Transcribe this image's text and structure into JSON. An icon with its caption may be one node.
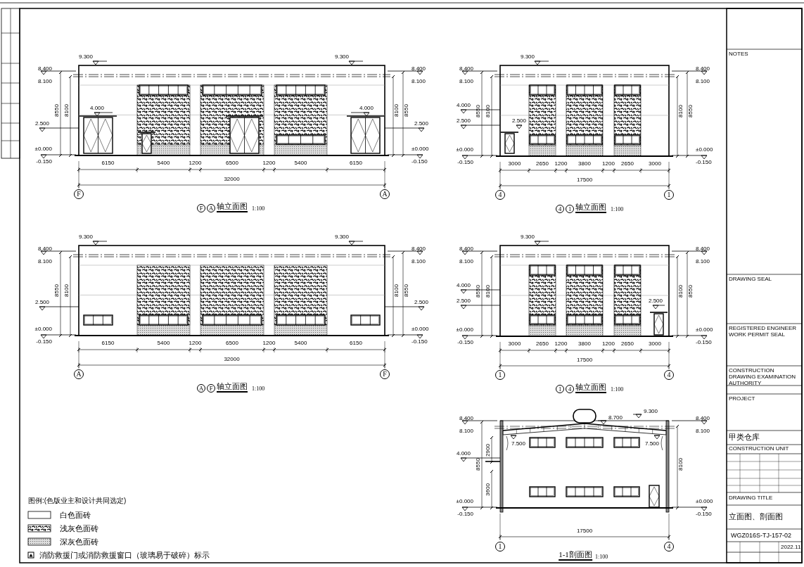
{
  "diagram": {
    "labels": [
      "9.300",
      "9.300",
      "8.400",
      "8.100",
      "±0.000",
      "-0.150",
      "8.400",
      "8.100",
      "±0.000",
      "-0.150",
      "8550",
      "8100",
      "8100",
      "8550",
      "4.000",
      "2.500",
      "4.000",
      "2.500",
      "6150",
      "5400",
      "1200",
      "6500",
      "1200",
      "5400",
      "6150",
      "32000",
      "F",
      "A",
      "F",
      "A",
      "轴立面图",
      "1:100",
      "9.300",
      "8.400",
      "8.100",
      "±0.000",
      "-0.150",
      "8.400",
      "8.100",
      "±0.000",
      "-0.150",
      "8550",
      "8100",
      "8100",
      "8550",
      "4.000",
      "2.500",
      "2.500",
      "3000",
      "2650",
      "1200",
      "3800",
      "1200",
      "2650",
      "3000",
      "17500",
      "4",
      "1",
      "4",
      "1",
      "轴立面图",
      "1:100",
      "9.300",
      "9.300",
      "8.400",
      "8.100",
      "±0.000",
      "-0.150",
      "8.400",
      "8.100",
      "±0.000",
      "-0.150",
      "8550",
      "8100",
      "8100",
      "8550",
      "2.500",
      "2.500",
      "6150",
      "5400",
      "1200",
      "6500",
      "1200",
      "5400",
      "6150",
      "32000",
      "A",
      "F",
      "A",
      "F",
      "轴立面图",
      "1:100",
      "9.300",
      "8.400",
      "8.100",
      "±0.000",
      "-0.150",
      "8.400",
      "8.100",
      "±0.000",
      "-0.150",
      "8550",
      "8100",
      "8100",
      "8550",
      "4.000",
      "2.500",
      "2.500",
      "3000",
      "2650",
      "1200",
      "3800",
      "1200",
      "2650",
      "3000",
      "17500",
      "1",
      "4",
      "1",
      "4",
      "轴立面图",
      "1:100",
      "9.300",
      "8.700",
      "7.500",
      "7.500",
      "8.400",
      "8.100",
      "±0.000",
      "-0.150",
      "8.400",
      "8.100",
      "±0.000",
      "-0.150",
      "8550",
      "2900",
      "3600",
      "8100",
      "4.000",
      "17500",
      "1",
      "4",
      "1-1剖面图",
      "1:100",
      "图例:(色版业主和设计共同选定)",
      "NOTES",
      "DRAWING SEAL",
      "REGISTERED ENGINEER WORK PERMIT SEAL",
      "CONSTRUCTION DRAWING EXAMINATION AUTHORITY",
      "PROJECT",
      "甲类仓库",
      "CONSTRUCTION UNIT",
      "DRAWING TITLE",
      "立面图、剖面图",
      "WGZ016S-TJ-157-02",
      "2022.11"
    ],
    "legend": [
      {
        "text": "白色面砖",
        "color": "#ffffff"
      },
      {
        "text": "浅灰色面砖"
      },
      {
        "text": "深灰色面砖"
      },
      {
        "text": "消防救援门或消防救援窗口（玻璃易于破碎）标示"
      }
    ]
  }
}
